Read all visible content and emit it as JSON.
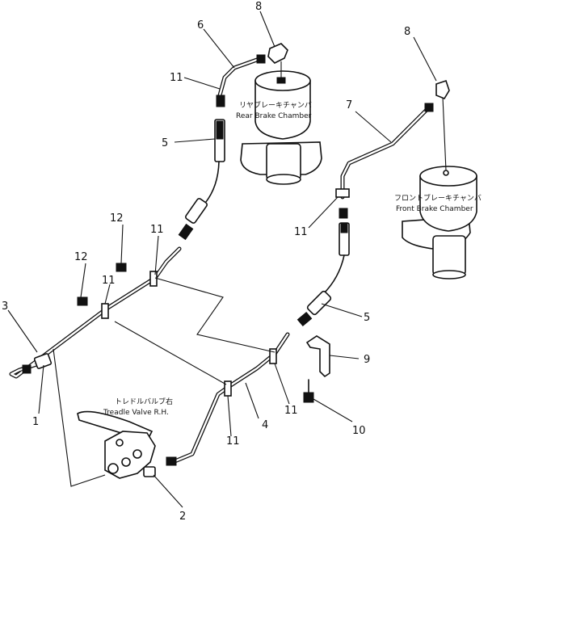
{
  "captions": {
    "rear_jp": "リヤブレーキチャンバ",
    "rear_en": "Rear Brake Chamber",
    "front_jp": "フロントブレーキチャンバ",
    "front_en": "Front Brake Chamber",
    "treadle_jp": "トレドルバルブ右",
    "treadle_en": "Treadle Valve R.H."
  },
  "callouts": {
    "c1": "1",
    "c2": "2",
    "c3": "3",
    "c4": "4",
    "c5a": "5",
    "c5b": "5",
    "c6": "6",
    "c7": "7",
    "c8a": "8",
    "c8b": "8",
    "c9": "9",
    "c10": "10",
    "c11a": "11",
    "c11b": "11",
    "c11c": "11",
    "c11d": "11",
    "c11e": "11",
    "c11f": "11",
    "c12a": "12",
    "c12b": "12"
  }
}
